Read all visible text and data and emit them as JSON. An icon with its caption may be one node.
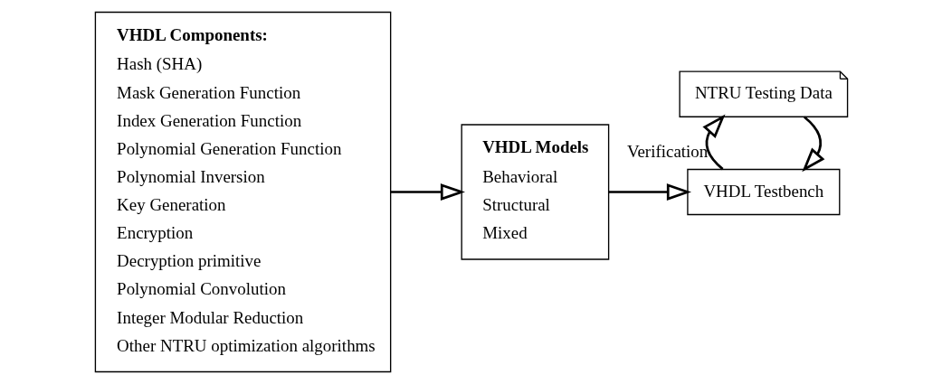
{
  "diagram": {
    "nodes": [
      {
        "text": [
          "VHDL Components:",
          "Hash (SHA)",
          "Mask Generation Function",
          "Index Generation Function",
          "Polynomial Generation Function",
          "Polynomial Inversion",
          "Key Generation",
          "Encryption",
          "Decryption primitive",
          "Polynomial Convolution",
          "Integer Modular Reduction",
          "Other NTRU optimization algorithms"
        ]
      },
      {
        "text": [
          "VHDL Models",
          "Behavioral",
          "Structural",
          "Mixed"
        ]
      },
      {
        "text": [
          "VHDL Testbench"
        ]
      },
      {
        "text": [
          "NTRU Testing Data"
        ]
      }
    ],
    "edges": [
      {
        "from": 0,
        "to": 1,
        "arrow": "to"
      },
      {
        "from": 1,
        "to": 2,
        "arrow": "to"
      },
      {
        "from": 3,
        "to": 2,
        "arrow": "to"
      },
      {
        "from": 2,
        "to": 3,
        "arrow": "to",
        "label": "Verification"
      }
    ]
  }
}
